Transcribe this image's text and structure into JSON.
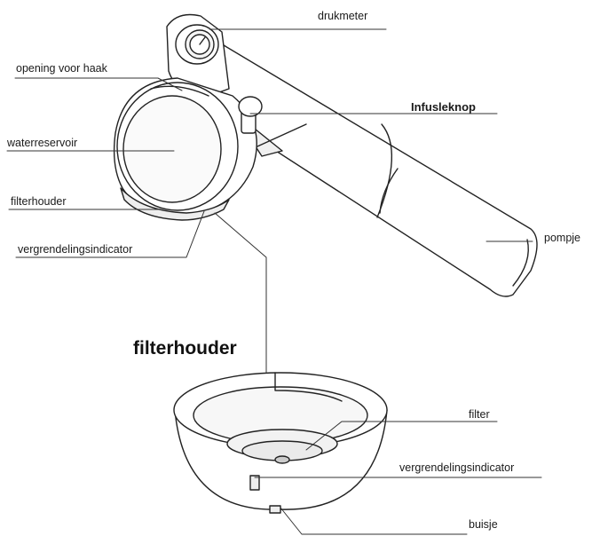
{
  "title": "filterhouder",
  "labels": {
    "drukmeter": "drukmeter",
    "opening_voor_haak": "opening voor haak",
    "infusieknop": "Infusleknop",
    "waterreservoir": "waterreservoir",
    "filterhouder": "filterhouder",
    "vergrendelingsindicator_top": "vergrendelingsindicator",
    "pompje": "pompje",
    "filter": "filter",
    "vergrendelingsindicator_bottom": "vergrendelingsindicator",
    "buisje": "buisje"
  },
  "colors": {
    "line": "#222222",
    "fill": "#ffffff",
    "shade": "#e6e6e6"
  }
}
